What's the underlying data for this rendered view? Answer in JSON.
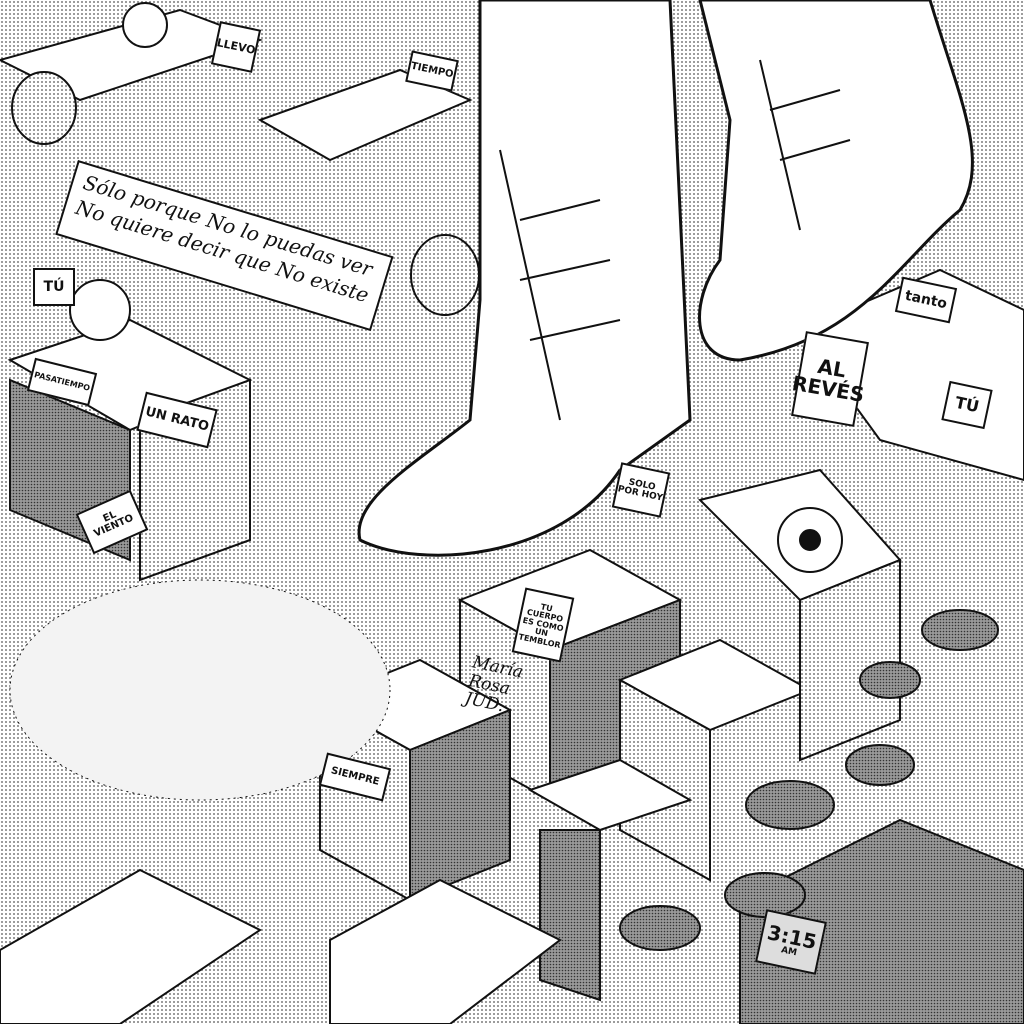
{
  "banner": {
    "line1": "Sólo porque No lo puedas ver",
    "line2": "No quiere decir que No existe"
  },
  "signs": {
    "llevo": "LLEVO",
    "tiempo": "TIEMPO",
    "tu_left": "TÚ",
    "pasatiempo": "PASATIEMPO",
    "un_rato": "UN RATO",
    "el_viento": "EL VIENTO",
    "tanto": "tanto",
    "al_reves_1": "AL",
    "al_reves_2": "REVÉS",
    "tu_right": "TÚ",
    "solo_por_hoy": "SOLO POR HOY",
    "temblor": "TU CUERPO ES COMO UN TEMBLOR",
    "graffiti": "María Rosa JUD.",
    "siempre": "SIEMPRE",
    "clock": "3:15",
    "clock_am": "AM"
  },
  "colors": {
    "ink": "#111111",
    "paper": "#ffffff",
    "shade": "#bdbdbd"
  }
}
